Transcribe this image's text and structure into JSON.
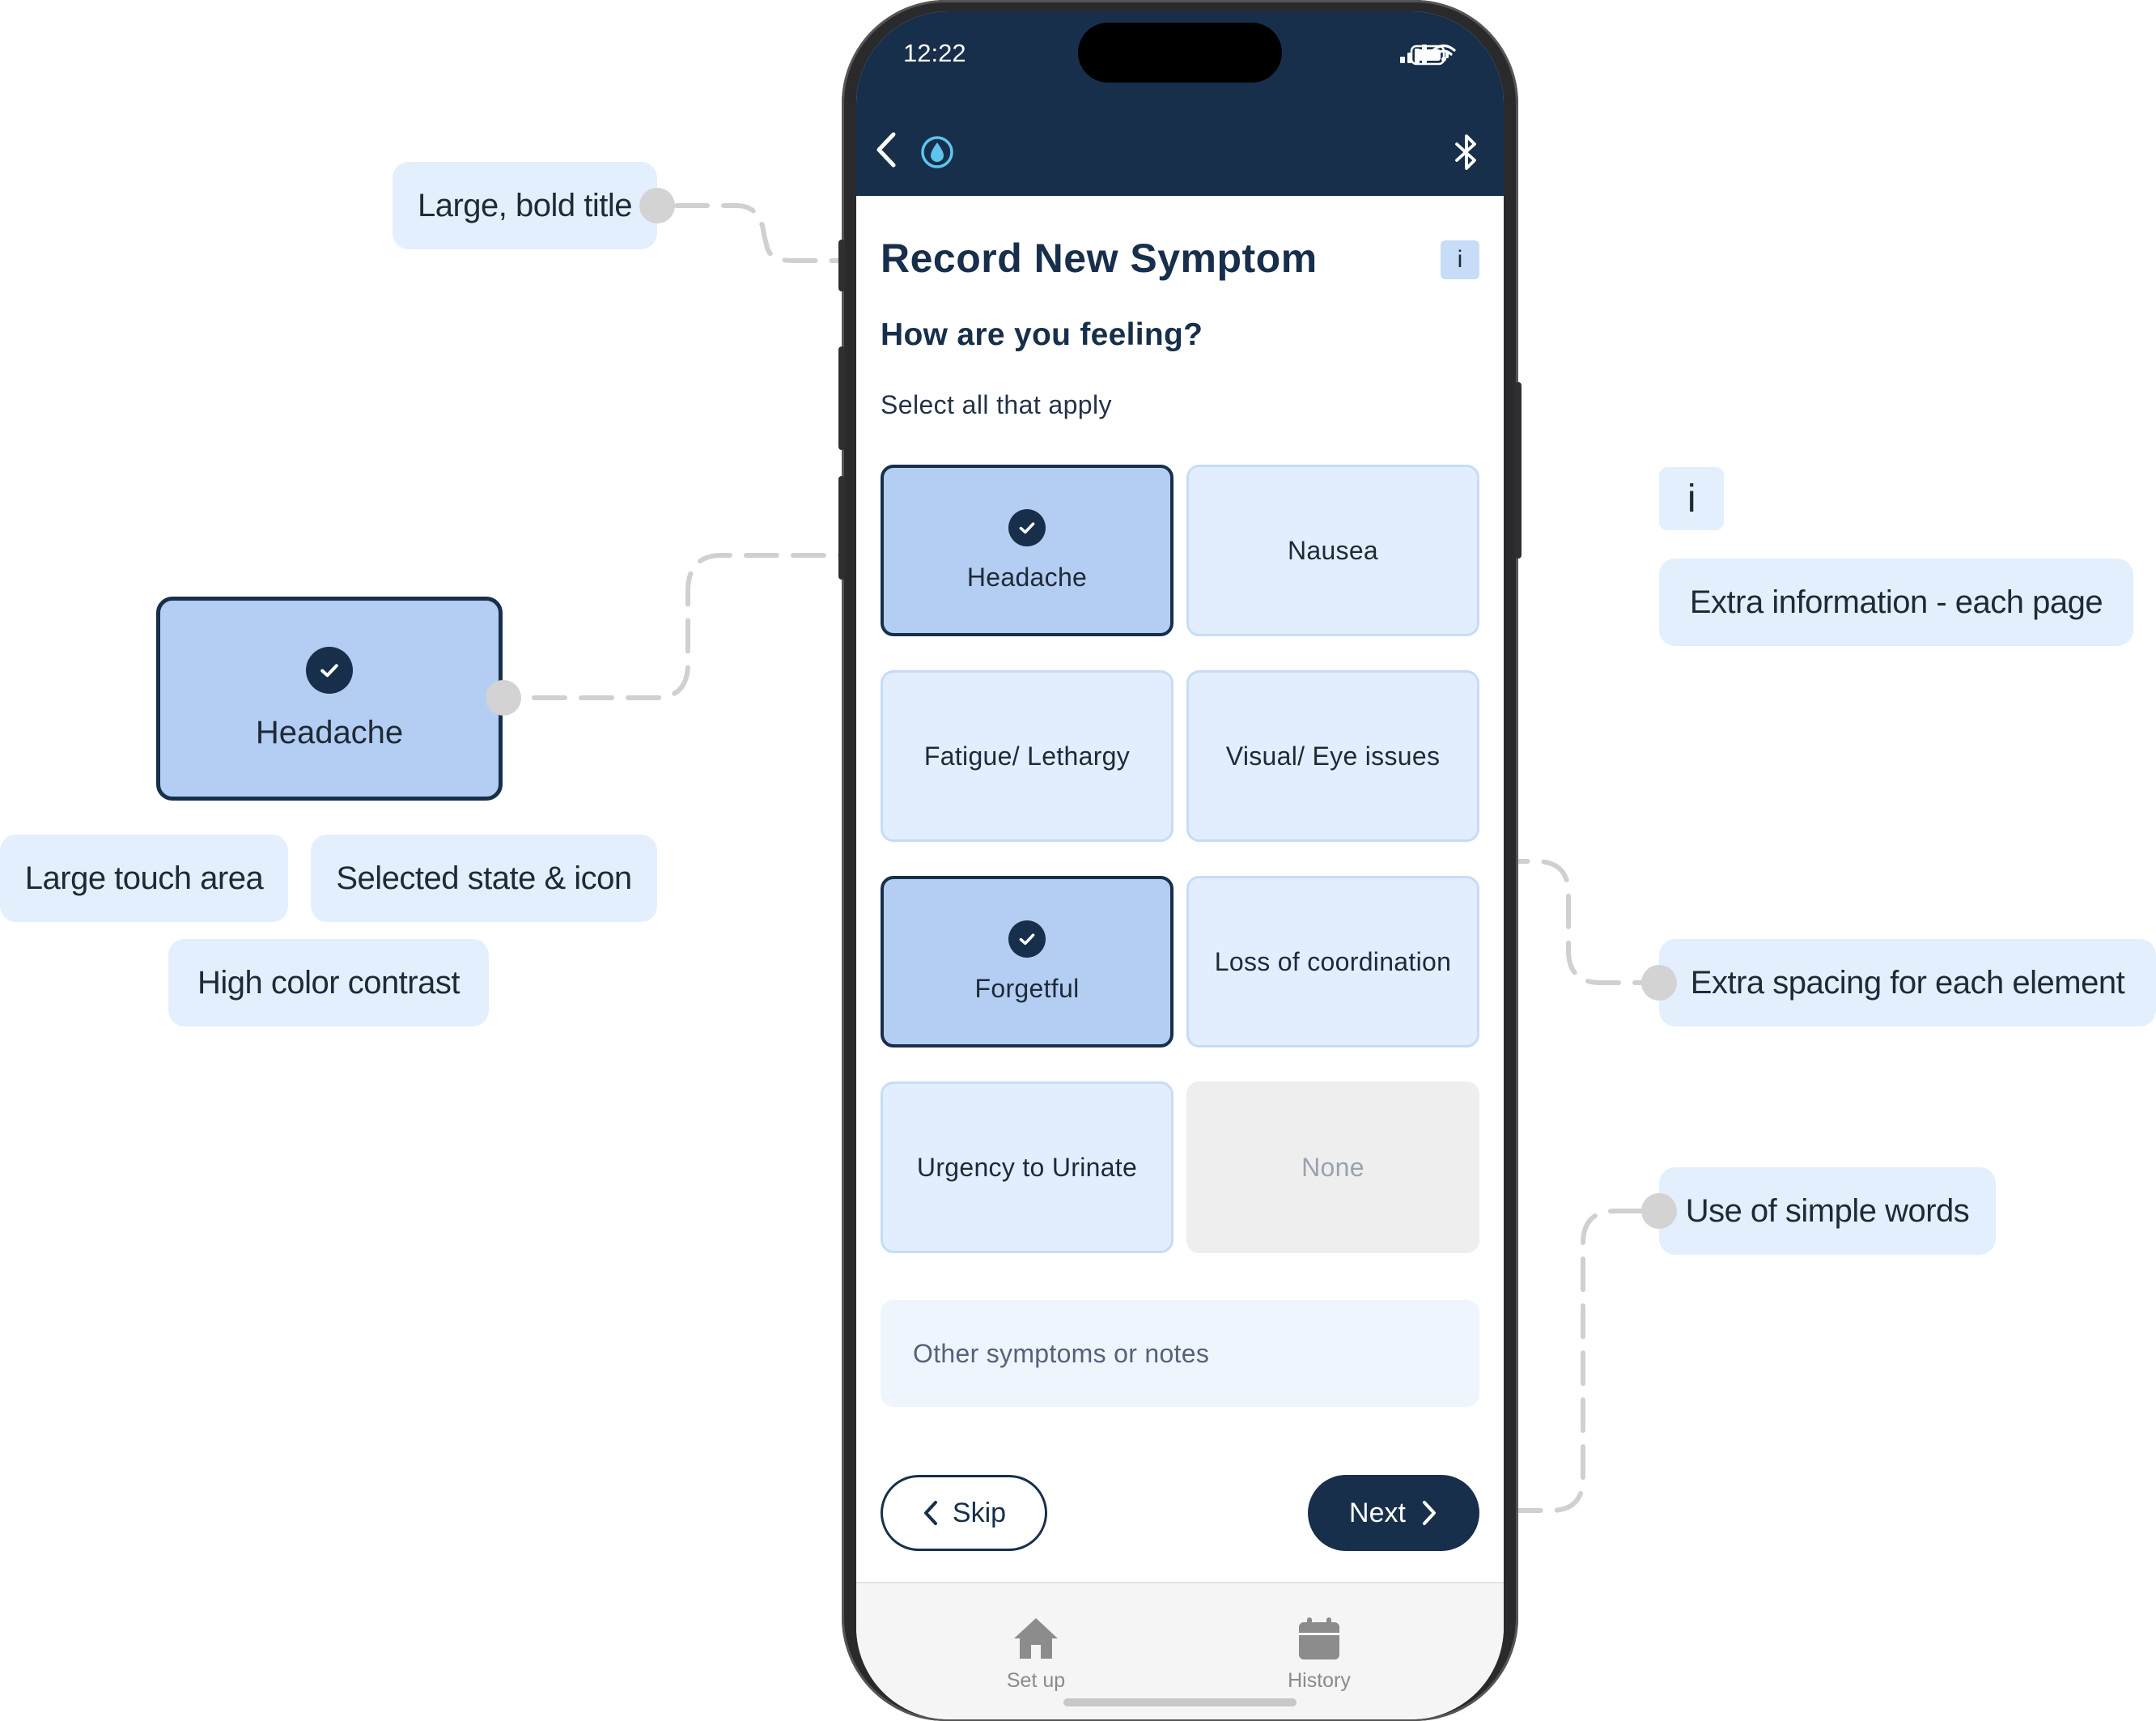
{
  "annotations": {
    "bold_title": "Large, bold title",
    "touch_area": "Large touch area",
    "selected_state": "Selected state & icon",
    "contrast": "High color contrast",
    "info_icon": "i",
    "extra_info": "Extra information - each page",
    "spacing": "Extra spacing for each element",
    "simple_words": "Use of simple words",
    "enlarged_card_label": "Headache"
  },
  "status_bar": {
    "time": "12:22"
  },
  "header": {
    "back_icon": "chevron-left-icon",
    "drop_icon": "water-drop-icon",
    "bluetooth_icon": "bluetooth-icon"
  },
  "page": {
    "title": "Record New Symptom",
    "info_button": "i",
    "question": "How are you feeling?",
    "instruction": "Select all that apply"
  },
  "options": [
    {
      "label": "Headache",
      "selected": true
    },
    {
      "label": "Nausea",
      "selected": false
    },
    {
      "label": "Fatigue/ Lethargy",
      "selected": false
    },
    {
      "label": "Visual/ Eye issues",
      "selected": false
    },
    {
      "label": "Forgetful",
      "selected": true
    },
    {
      "label": "Loss of coordination",
      "selected": false
    },
    {
      "label": "Urgency to Urinate",
      "selected": false
    },
    {
      "label": "None",
      "selected": false,
      "disabled": true
    }
  ],
  "notes": {
    "placeholder": "Other symptoms or notes",
    "value": ""
  },
  "actions": {
    "skip": "Skip",
    "next": "Next"
  },
  "tabs": [
    {
      "label": "Set up",
      "icon": "home-icon"
    },
    {
      "label": "History",
      "icon": "calendar-icon"
    }
  ],
  "colors": {
    "navy": "#182f4b",
    "selected_fill": "#b3cef2",
    "option_fill": "#e2eefd",
    "disabled_fill": "#eeeeee",
    "chip_fill": "#e3effd"
  }
}
